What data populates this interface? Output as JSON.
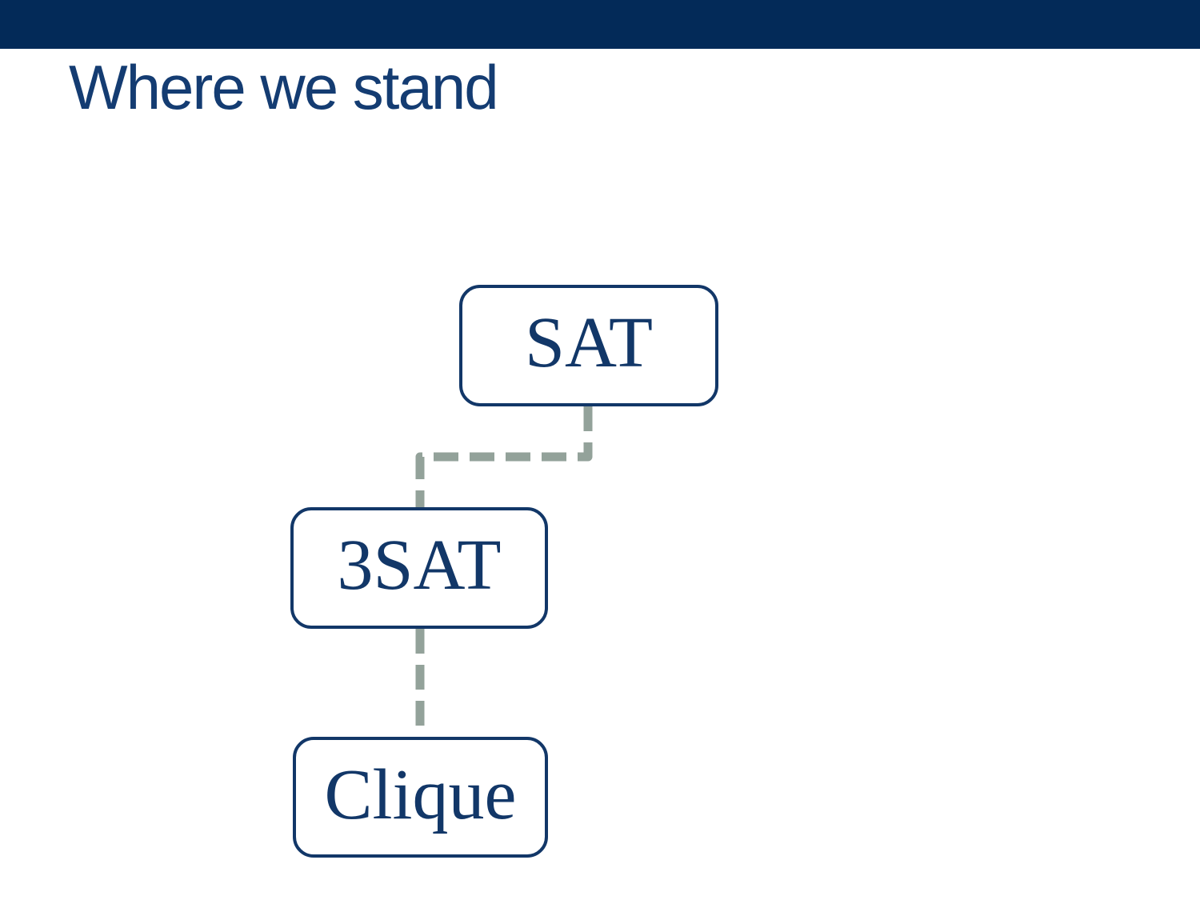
{
  "title": "Where we stand",
  "colors": {
    "header_bar": "#032a58",
    "title_text": "#143c72",
    "node_border": "#123768",
    "node_text": "#123768",
    "connector": "#93a29a"
  },
  "diagram": {
    "nodes": [
      {
        "id": "sat",
        "label": "SAT"
      },
      {
        "id": "3sat",
        "label": "3SAT"
      },
      {
        "id": "clique",
        "label": "Clique"
      }
    ],
    "edges": [
      {
        "from": "sat",
        "to": "3sat",
        "style": "dashed"
      },
      {
        "from": "3sat",
        "to": "clique",
        "style": "dashed"
      }
    ]
  }
}
